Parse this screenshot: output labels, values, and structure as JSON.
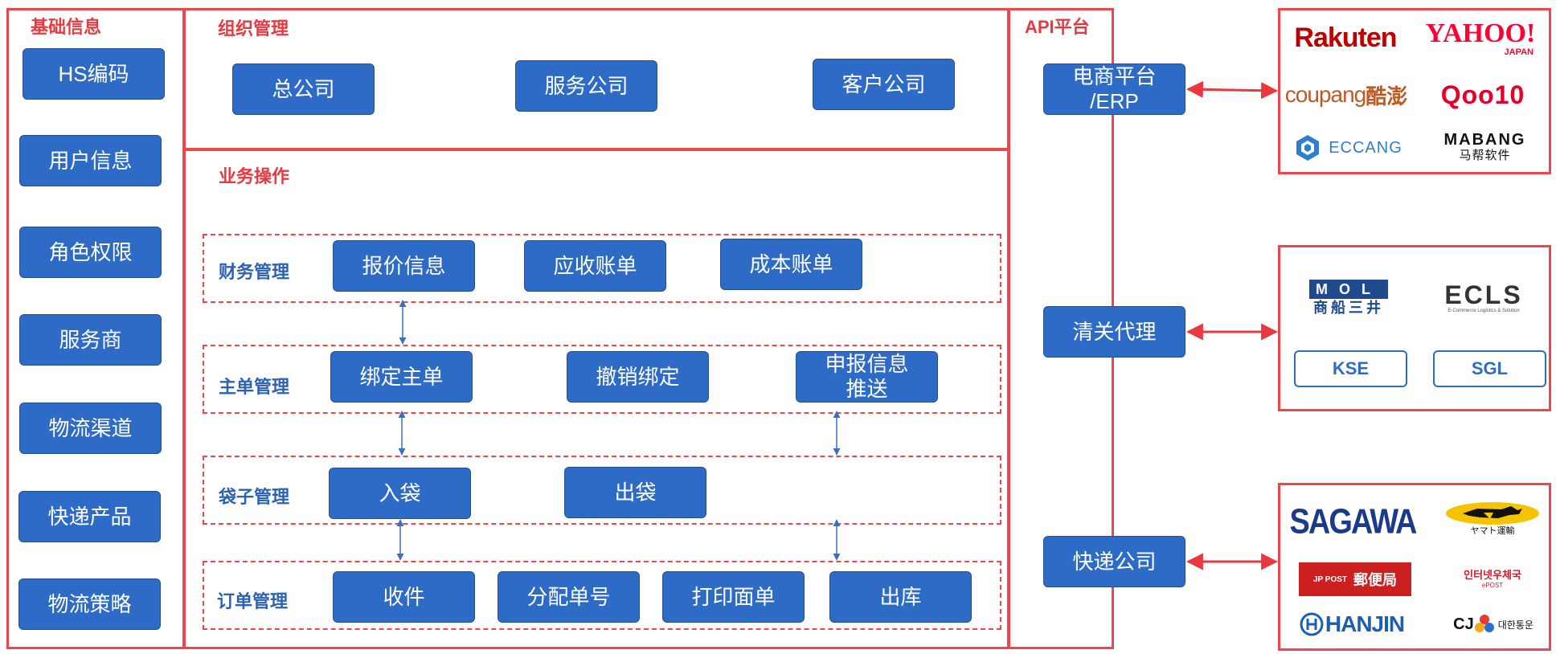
{
  "colors": {
    "frame": "#f0454a",
    "title": "#e9393f",
    "box": "#2e6bc6",
    "rowlabel": "#2c62b5",
    "arrow_red": "#e9393f",
    "arrow_blue": "#3a6fc4"
  },
  "basic_info": {
    "title": "基础信息",
    "items": [
      "HS编码",
      "用户信息",
      "角色权限",
      "服务商",
      "物流渠道",
      "快递产品",
      "物流策略"
    ]
  },
  "org": {
    "title": "组织管理",
    "items": [
      "总公司",
      "服务公司",
      "客户公司"
    ]
  },
  "ops": {
    "title": "业务操作",
    "finance": {
      "label": "财务管理",
      "items": [
        "报价信息",
        "应收账单",
        "成本账单"
      ]
    },
    "master": {
      "label": "主单管理",
      "items": [
        "绑定主单",
        "撤销绑定",
        "申报信息\n推送"
      ]
    },
    "bag": {
      "label": "袋子管理",
      "items": [
        "入袋",
        "出袋"
      ]
    },
    "order": {
      "label": "订单管理",
      "items": [
        "收件",
        "分配单号",
        "打印面单",
        "出库"
      ]
    }
  },
  "api": {
    "title": "API平台",
    "items": [
      "电商平台\n/ERP",
      "清关代理",
      "快递公司"
    ]
  },
  "partners": {
    "ecommerce": {
      "rakuten": "Rakuten",
      "yahoo": "YAHOO!",
      "yahoo_sub": "JAPAN",
      "coupang": "coupang",
      "coupang_cn": "酷澎",
      "qoo10": "Qoo10",
      "eccang": "ECCANG",
      "mabang": "MABANG",
      "mabang_cn": "马帮软件"
    },
    "customs": {
      "mol": "MOL",
      "mol_cn": "商船三井",
      "ecls": "ECLS",
      "ecls_sub": "E-Commerce Logistics & Solution",
      "kse": "KSE",
      "sgl": "SGL"
    },
    "express": {
      "sagawa": "SAGAWA",
      "yamato": "ヤマト運輸",
      "jp_post": "郵便局",
      "jp_post_sub": "JP POST",
      "kpost": "인터넷우체국",
      "kpost_sub": "ePOST",
      "hanjin": "HANJIN",
      "cj": "CJ",
      "cj_kr": "대한통운"
    }
  }
}
